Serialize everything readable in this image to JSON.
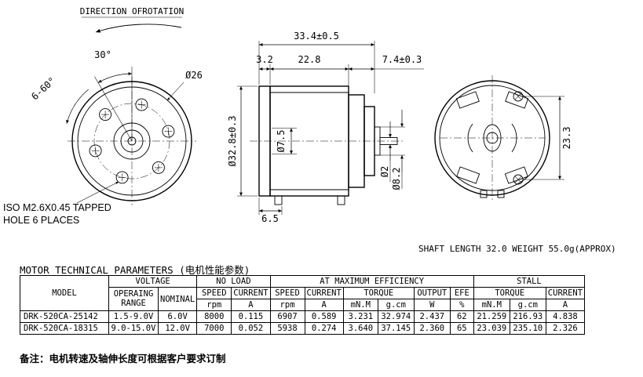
{
  "drawing": {
    "direction_label": "DIRECTION OFROTATION",
    "front_view": {
      "angle_30": "30°",
      "angle_6_60": "6-60°",
      "dia_26": "Ø26",
      "tapped_note_line1": "ISO M2.6X0.45 TAPPED",
      "tapped_note_line2": "HOLE 6 PLACES"
    },
    "side_view": {
      "dim_total": "33.4±0.5",
      "dim_flange": "3.2",
      "dim_body": "22.8",
      "dim_endcap": "7.4±0.3",
      "dim_body_dia": "Ø32.8±0.3",
      "dim_boss_dia": "Ø7.5",
      "dim_shaft_dia": "Ø2",
      "dim_bearing_dia": "Ø8.2",
      "dim_tab": "6.5"
    },
    "rear_view": {
      "dim_height": "23.3"
    },
    "shaft_weight_note": "SHAFT LENGTH 32.0  WEIGHT 55.0g(APPROX)"
  },
  "table": {
    "title": "MOTOR TECHNICAL PARAMETERS (电机性能参数)",
    "headers": {
      "model": "MODEL",
      "voltage": "VOLTAGE",
      "no_load": "NO LOAD",
      "max_eff": "AT MAXIMUM EFFICIENCY",
      "stall": "STALL",
      "operating_range": "OPERAING RANGE",
      "nominal": "NOMINAL",
      "speed": "SPEED",
      "current": "CURRENT",
      "torque": "TORQUE",
      "output": "OUTPUT",
      "efe": "EFE",
      "unit_rpm": "rpm",
      "unit_a": "A",
      "unit_mnm": "mN.M",
      "unit_gcm": "g.cm",
      "unit_w": "W",
      "unit_pct": "%"
    },
    "rows": [
      {
        "model": "DRK-520CA-25142",
        "range": "1.5-9.0V",
        "nominal": "6.0V",
        "nl_speed": "8000",
        "nl_current": "0.115",
        "me_speed": "6907",
        "me_current": "0.589",
        "me_torque_mnm": "3.231",
        "me_torque_gcm": "32.974",
        "output": "2.437",
        "efe": "62",
        "stall_mnm": "21.259",
        "stall_gcm": "216.93",
        "stall_current": "4.838"
      },
      {
        "model": "DRK-520CA-18315",
        "range": "9.0-15.0V",
        "nominal": "12.0V",
        "nl_speed": "7000",
        "nl_current": "0.052",
        "me_speed": "5938",
        "me_current": "0.274",
        "me_torque_mnm": "3.640",
        "me_torque_gcm": "37.145",
        "output": "2.360",
        "efe": "65",
        "stall_mnm": "23.039",
        "stall_gcm": "235.10",
        "stall_current": "2.326"
      }
    ]
  },
  "note": "备注：电机转速及轴伸长度可根据客户要求订制"
}
